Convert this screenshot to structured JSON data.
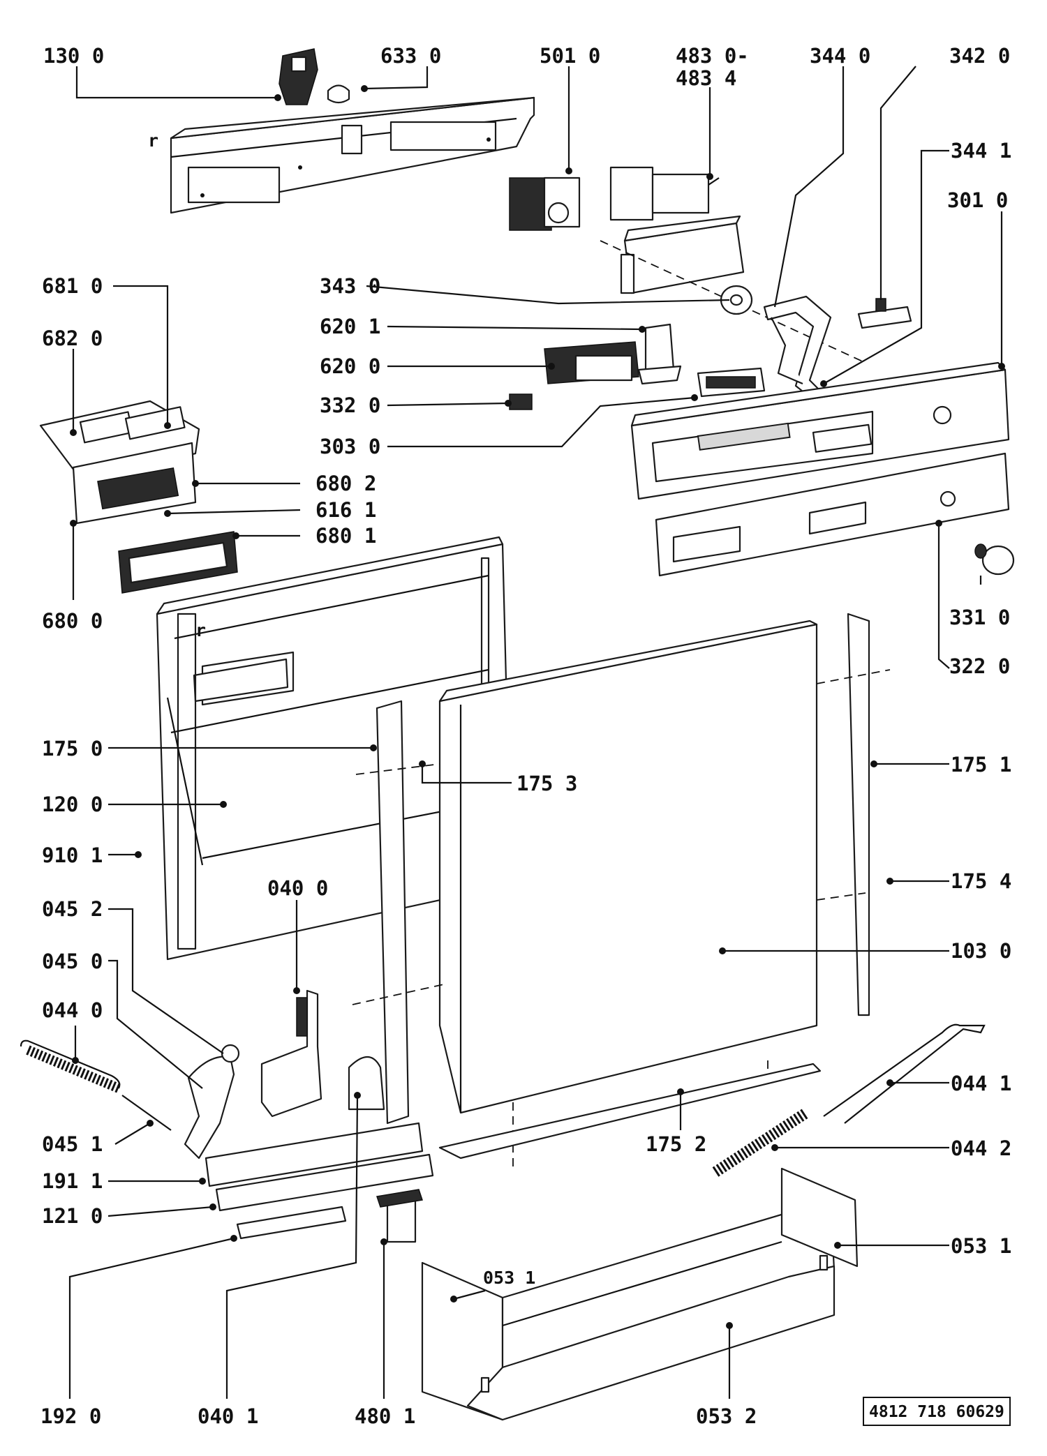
{
  "diagram": {
    "drawing_code": "4812 718 60629",
    "corner_marks": [
      "r",
      "r"
    ],
    "labels": [
      {
        "key": "l1300",
        "text": "130 0"
      },
      {
        "key": "l6330",
        "text": "633 0"
      },
      {
        "key": "l5010",
        "text": "501 0"
      },
      {
        "key": "l4830a",
        "text": "483 0-"
      },
      {
        "key": "l4834",
        "text": "483 4"
      },
      {
        "key": "l3440",
        "text": "344 0"
      },
      {
        "key": "l3420",
        "text": "342 0"
      },
      {
        "key": "l3441",
        "text": "344 1"
      },
      {
        "key": "l3010",
        "text": "301 0"
      },
      {
        "key": "l6810",
        "text": "681 0"
      },
      {
        "key": "l6820",
        "text": "682 0"
      },
      {
        "key": "l3430",
        "text": "343 0"
      },
      {
        "key": "l6201",
        "text": "620 1"
      },
      {
        "key": "l6200",
        "text": "620 0"
      },
      {
        "key": "l3320",
        "text": "332 0"
      },
      {
        "key": "l3030",
        "text": "303 0"
      },
      {
        "key": "l6802",
        "text": "680 2"
      },
      {
        "key": "l6161",
        "text": "616 1"
      },
      {
        "key": "l6801",
        "text": "680 1"
      },
      {
        "key": "l6800",
        "text": "680 0"
      },
      {
        "key": "l3310",
        "text": "331 0"
      },
      {
        "key": "l3220",
        "text": "322 0"
      },
      {
        "key": "l1750",
        "text": "175 0"
      },
      {
        "key": "l1753",
        "text": "175 3"
      },
      {
        "key": "l1751",
        "text": "175 1"
      },
      {
        "key": "l1200",
        "text": "120 0"
      },
      {
        "key": "l9101",
        "text": "910 1"
      },
      {
        "key": "l0400",
        "text": "040 0"
      },
      {
        "key": "l1754",
        "text": "175 4"
      },
      {
        "key": "l0452",
        "text": "045 2"
      },
      {
        "key": "l1030",
        "text": "103 0"
      },
      {
        "key": "l0450",
        "text": "045 0"
      },
      {
        "key": "l0440",
        "text": "044 0"
      },
      {
        "key": "l0441",
        "text": "044 1"
      },
      {
        "key": "l0451",
        "text": "045 1"
      },
      {
        "key": "l1752",
        "text": "175 2"
      },
      {
        "key": "l0442",
        "text": "044 2"
      },
      {
        "key": "l1911",
        "text": "191 1"
      },
      {
        "key": "l1210",
        "text": "121 0"
      },
      {
        "key": "l0531a",
        "text": "053 1"
      },
      {
        "key": "l0531b",
        "text": "053 1"
      },
      {
        "key": "l1920",
        "text": "192 0"
      },
      {
        "key": "l0401",
        "text": "040 1"
      },
      {
        "key": "l4801",
        "text": "480 1"
      },
      {
        "key": "l0532",
        "text": "053 2"
      }
    ]
  }
}
